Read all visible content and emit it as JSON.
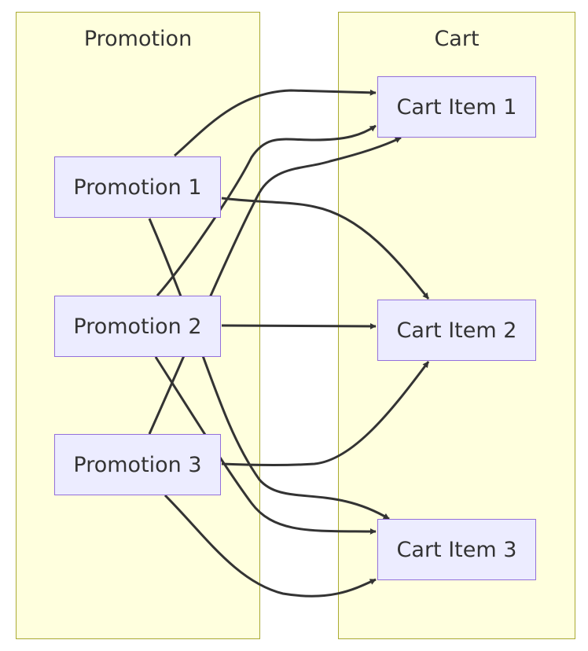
{
  "clusters": {
    "promotion": {
      "title": "Promotion"
    },
    "cart": {
      "title": "Cart"
    }
  },
  "nodes": {
    "promotion_1": "Promotion 1",
    "promotion_2": "Promotion 2",
    "promotion_3": "Promotion 3",
    "cart_item_1": "Cart Item 1",
    "cart_item_2": "Cart Item 2",
    "cart_item_3": "Cart Item 3"
  },
  "edges": [
    {
      "from": "Promotion 1",
      "to": "Cart Item 1"
    },
    {
      "from": "Promotion 1",
      "to": "Cart Item 2"
    },
    {
      "from": "Promotion 1",
      "to": "Cart Item 3"
    },
    {
      "from": "Promotion 2",
      "to": "Cart Item 1"
    },
    {
      "from": "Promotion 2",
      "to": "Cart Item 2"
    },
    {
      "from": "Promotion 2",
      "to": "Cart Item 3"
    },
    {
      "from": "Promotion 3",
      "to": "Cart Item 1"
    },
    {
      "from": "Promotion 3",
      "to": "Cart Item 2"
    },
    {
      "from": "Promotion 3",
      "to": "Cart Item 3"
    }
  ],
  "colors": {
    "cluster_fill": "#ffffde",
    "cluster_border": "#aaaa33",
    "node_fill": "#ececff",
    "node_border": "#9370db",
    "edge": "#333333",
    "text": "#333333"
  }
}
